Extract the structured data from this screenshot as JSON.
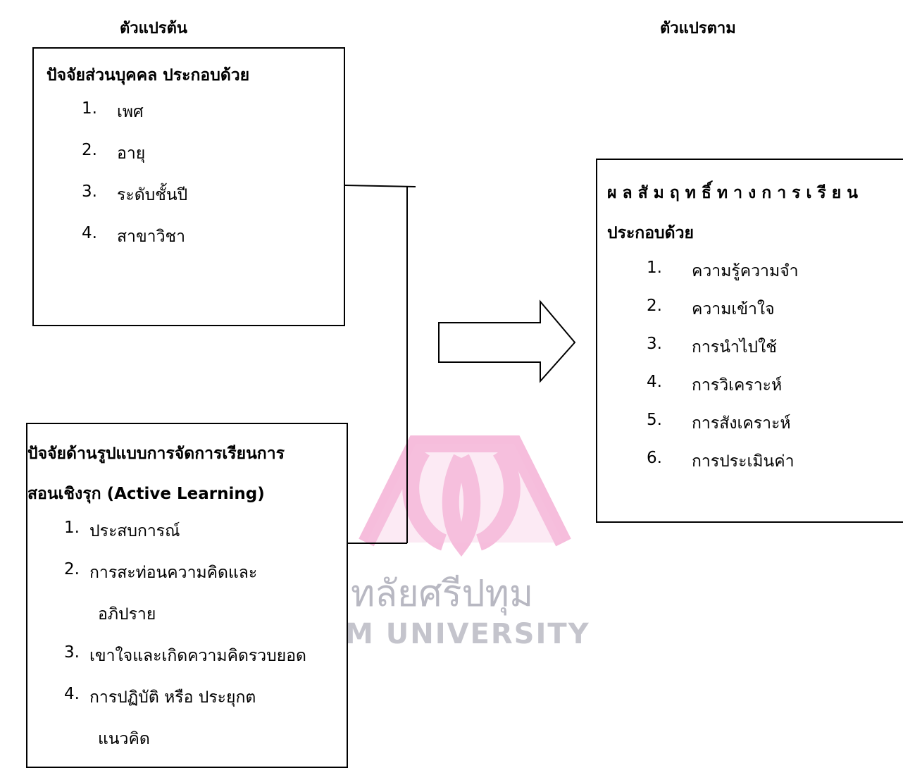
{
  "headers": {
    "independent": "ตัวแปรต้น",
    "dependent": "ตัวแปรตาม"
  },
  "boxes": {
    "personal": {
      "title": "ปัจจัยส่วนบุคคล ประกอบด้วย",
      "items": [
        {
          "num": "1.",
          "label": "เพศ"
        },
        {
          "num": "2.",
          "label": "อายุ"
        },
        {
          "num": "3.",
          "label": "ระดับชั้นปี"
        },
        {
          "num": "4.",
          "label": "สาขาวิชา"
        }
      ]
    },
    "active": {
      "title_line1": "ปัจจัยด้านรูปแบบการจัดการเรียนการ",
      "title_line2": "สอนเชิงรุก (Active Learning)",
      "items": [
        {
          "num": "1.",
          "label": "ประสบการณ์",
          "cont": ""
        },
        {
          "num": "2.",
          "label": "การสะท่อนความคิดและ",
          "cont": "อภิปราย"
        },
        {
          "num": "3.",
          "label": "เขาใจและเกิดความคิดรวบยอด",
          "cont": ""
        },
        {
          "num": "4.",
          "label": "การปฏิบัติ หรือ ประยุกต",
          "cont": "แนวคิด"
        }
      ]
    },
    "outcome": {
      "title_line1": "ผ ล สั ม ฤ ท ธิ์ ท า ง ก า ร เ รี ย น",
      "title_line2": "ประกอบด้วย",
      "items": [
        {
          "num": "1.",
          "label": "ความรู้ความจำ"
        },
        {
          "num": "2.",
          "label": "ความเข้าใจ"
        },
        {
          "num": "3.",
          "label": "การนำไปใช้"
        },
        {
          "num": "4.",
          "label": "การวิเคราะห์"
        },
        {
          "num": "5.",
          "label": "การสังเคราะห์"
        },
        {
          "num": "6.",
          "label": "การประเมินค่า"
        }
      ]
    }
  },
  "watermark": {
    "thai": "ทลัยศรีปทุม",
    "english": "M UNIVERSITY",
    "color": "#f2a3cf"
  }
}
